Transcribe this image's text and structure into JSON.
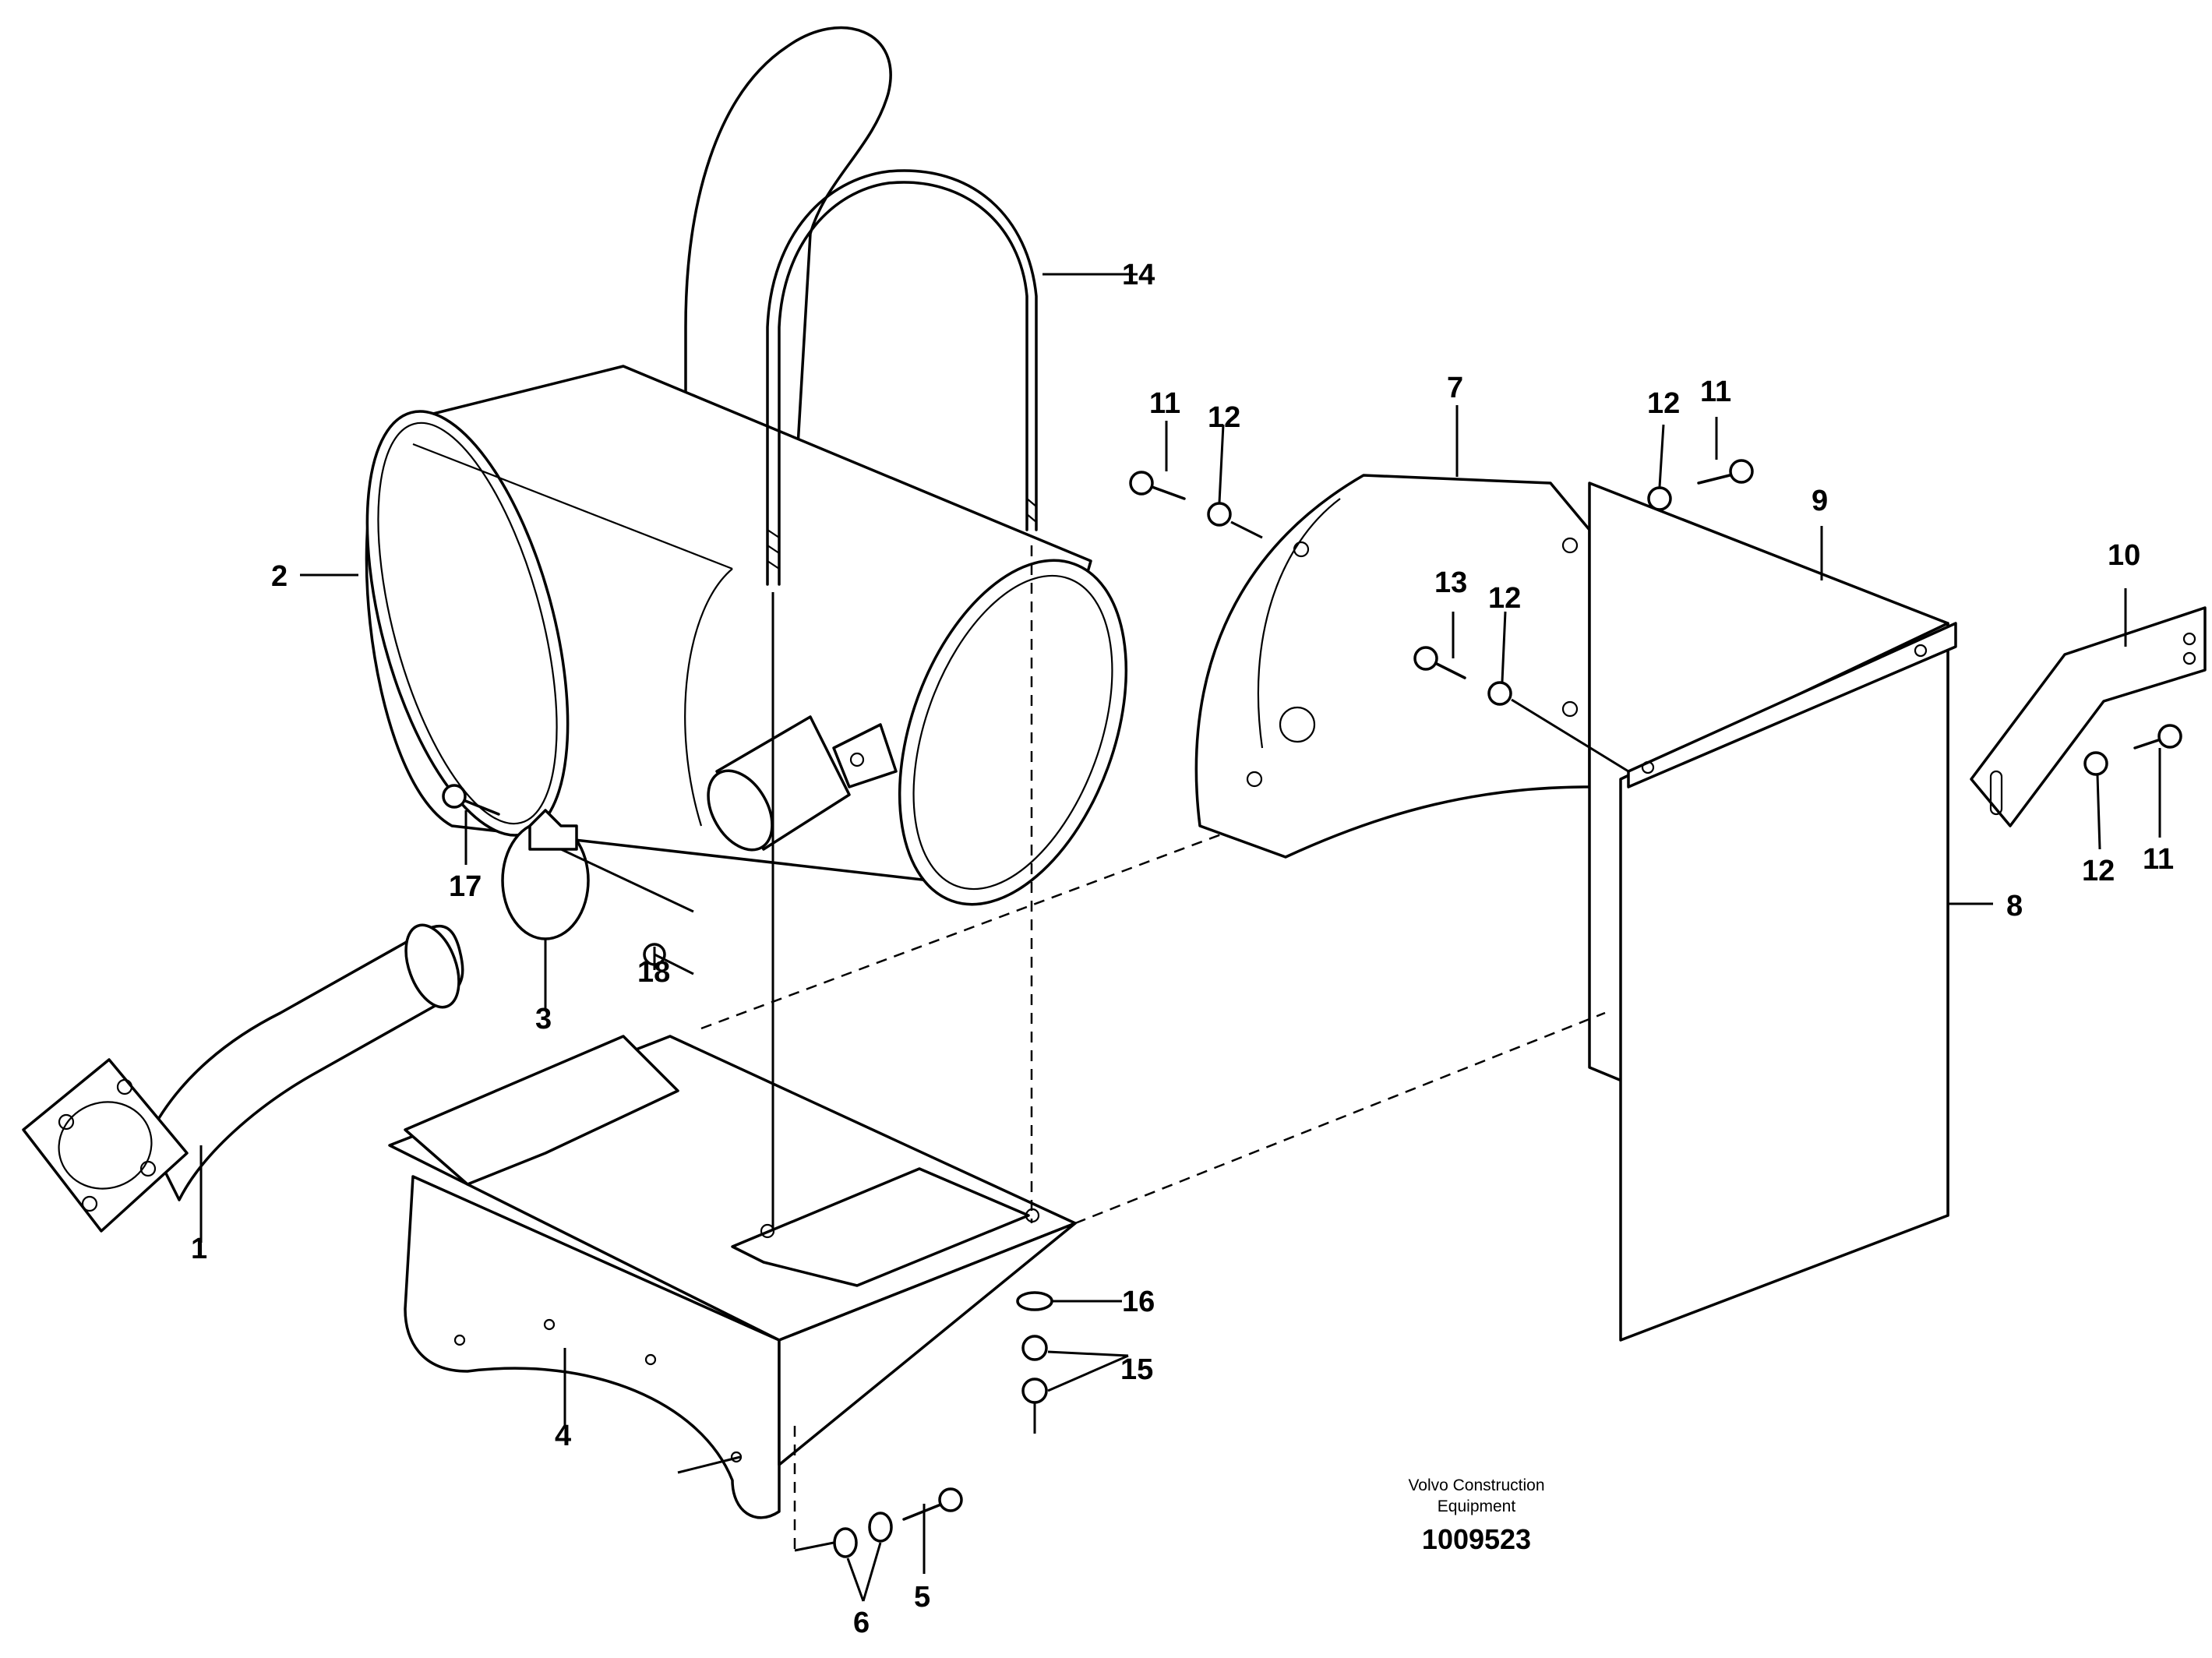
{
  "callouts": {
    "c1": "1",
    "c2": "2",
    "c3": "3",
    "c4": "4",
    "c5": "5",
    "c6": "6",
    "c7": "7",
    "c8": "8",
    "c9": "9",
    "c10": "10",
    "c11a": "11",
    "c11b": "11",
    "c11c": "11",
    "c12a": "12",
    "c12b": "12",
    "c12c": "12",
    "c12d": "12",
    "c13": "13",
    "c14": "14",
    "c15": "15",
    "c16": "16",
    "c17": "17",
    "c18": "18"
  },
  "brand": {
    "line1": "Volvo Construction",
    "line2": "Equipment"
  },
  "document_number": "1009523"
}
